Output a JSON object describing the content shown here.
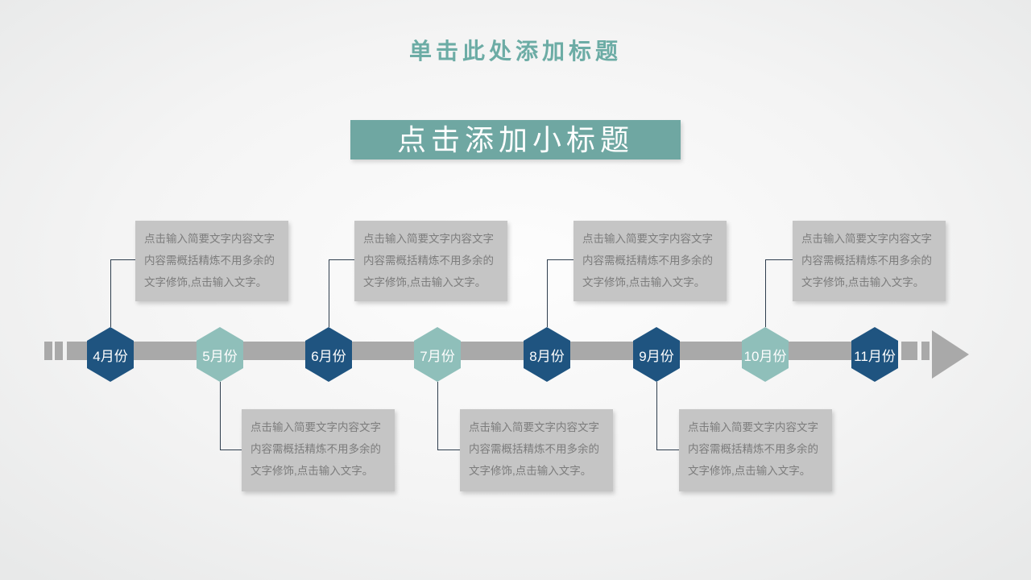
{
  "slide": {
    "title": "单击此处添加标题",
    "subtitle": "点击添加小标题"
  },
  "timeline": {
    "note_text": "点击输入简要文字内容文字内容需概括精炼不用多余的文字修饰,点击输入文字。",
    "milestones": [
      {
        "label": "4月份",
        "style": "dark",
        "note": "top"
      },
      {
        "label": "5月份",
        "style": "teal",
        "note": "bottom"
      },
      {
        "label": "6月份",
        "style": "dark",
        "note": "top"
      },
      {
        "label": "7月份",
        "style": "teal",
        "note": "bottom"
      },
      {
        "label": "8月份",
        "style": "dark",
        "note": "top"
      },
      {
        "label": "9月份",
        "style": "dark",
        "note": "bottom"
      },
      {
        "label": "10月份",
        "style": "teal",
        "note": "top"
      },
      {
        "label": "11月份",
        "style": "dark",
        "note": "none"
      }
    ]
  },
  "colors": {
    "title_text": "#6caca5",
    "subtitle_bg": "#6fa7a2",
    "subtitle_text": "#ffffff",
    "hexagon_dark": "#1f5480",
    "hexagon_teal": "#8fbfba",
    "timeline_gray": "#a9a9a9",
    "note_bg": "#c5c5c5",
    "note_text": "#7c7c7c",
    "connector": "#2f3e4e"
  }
}
